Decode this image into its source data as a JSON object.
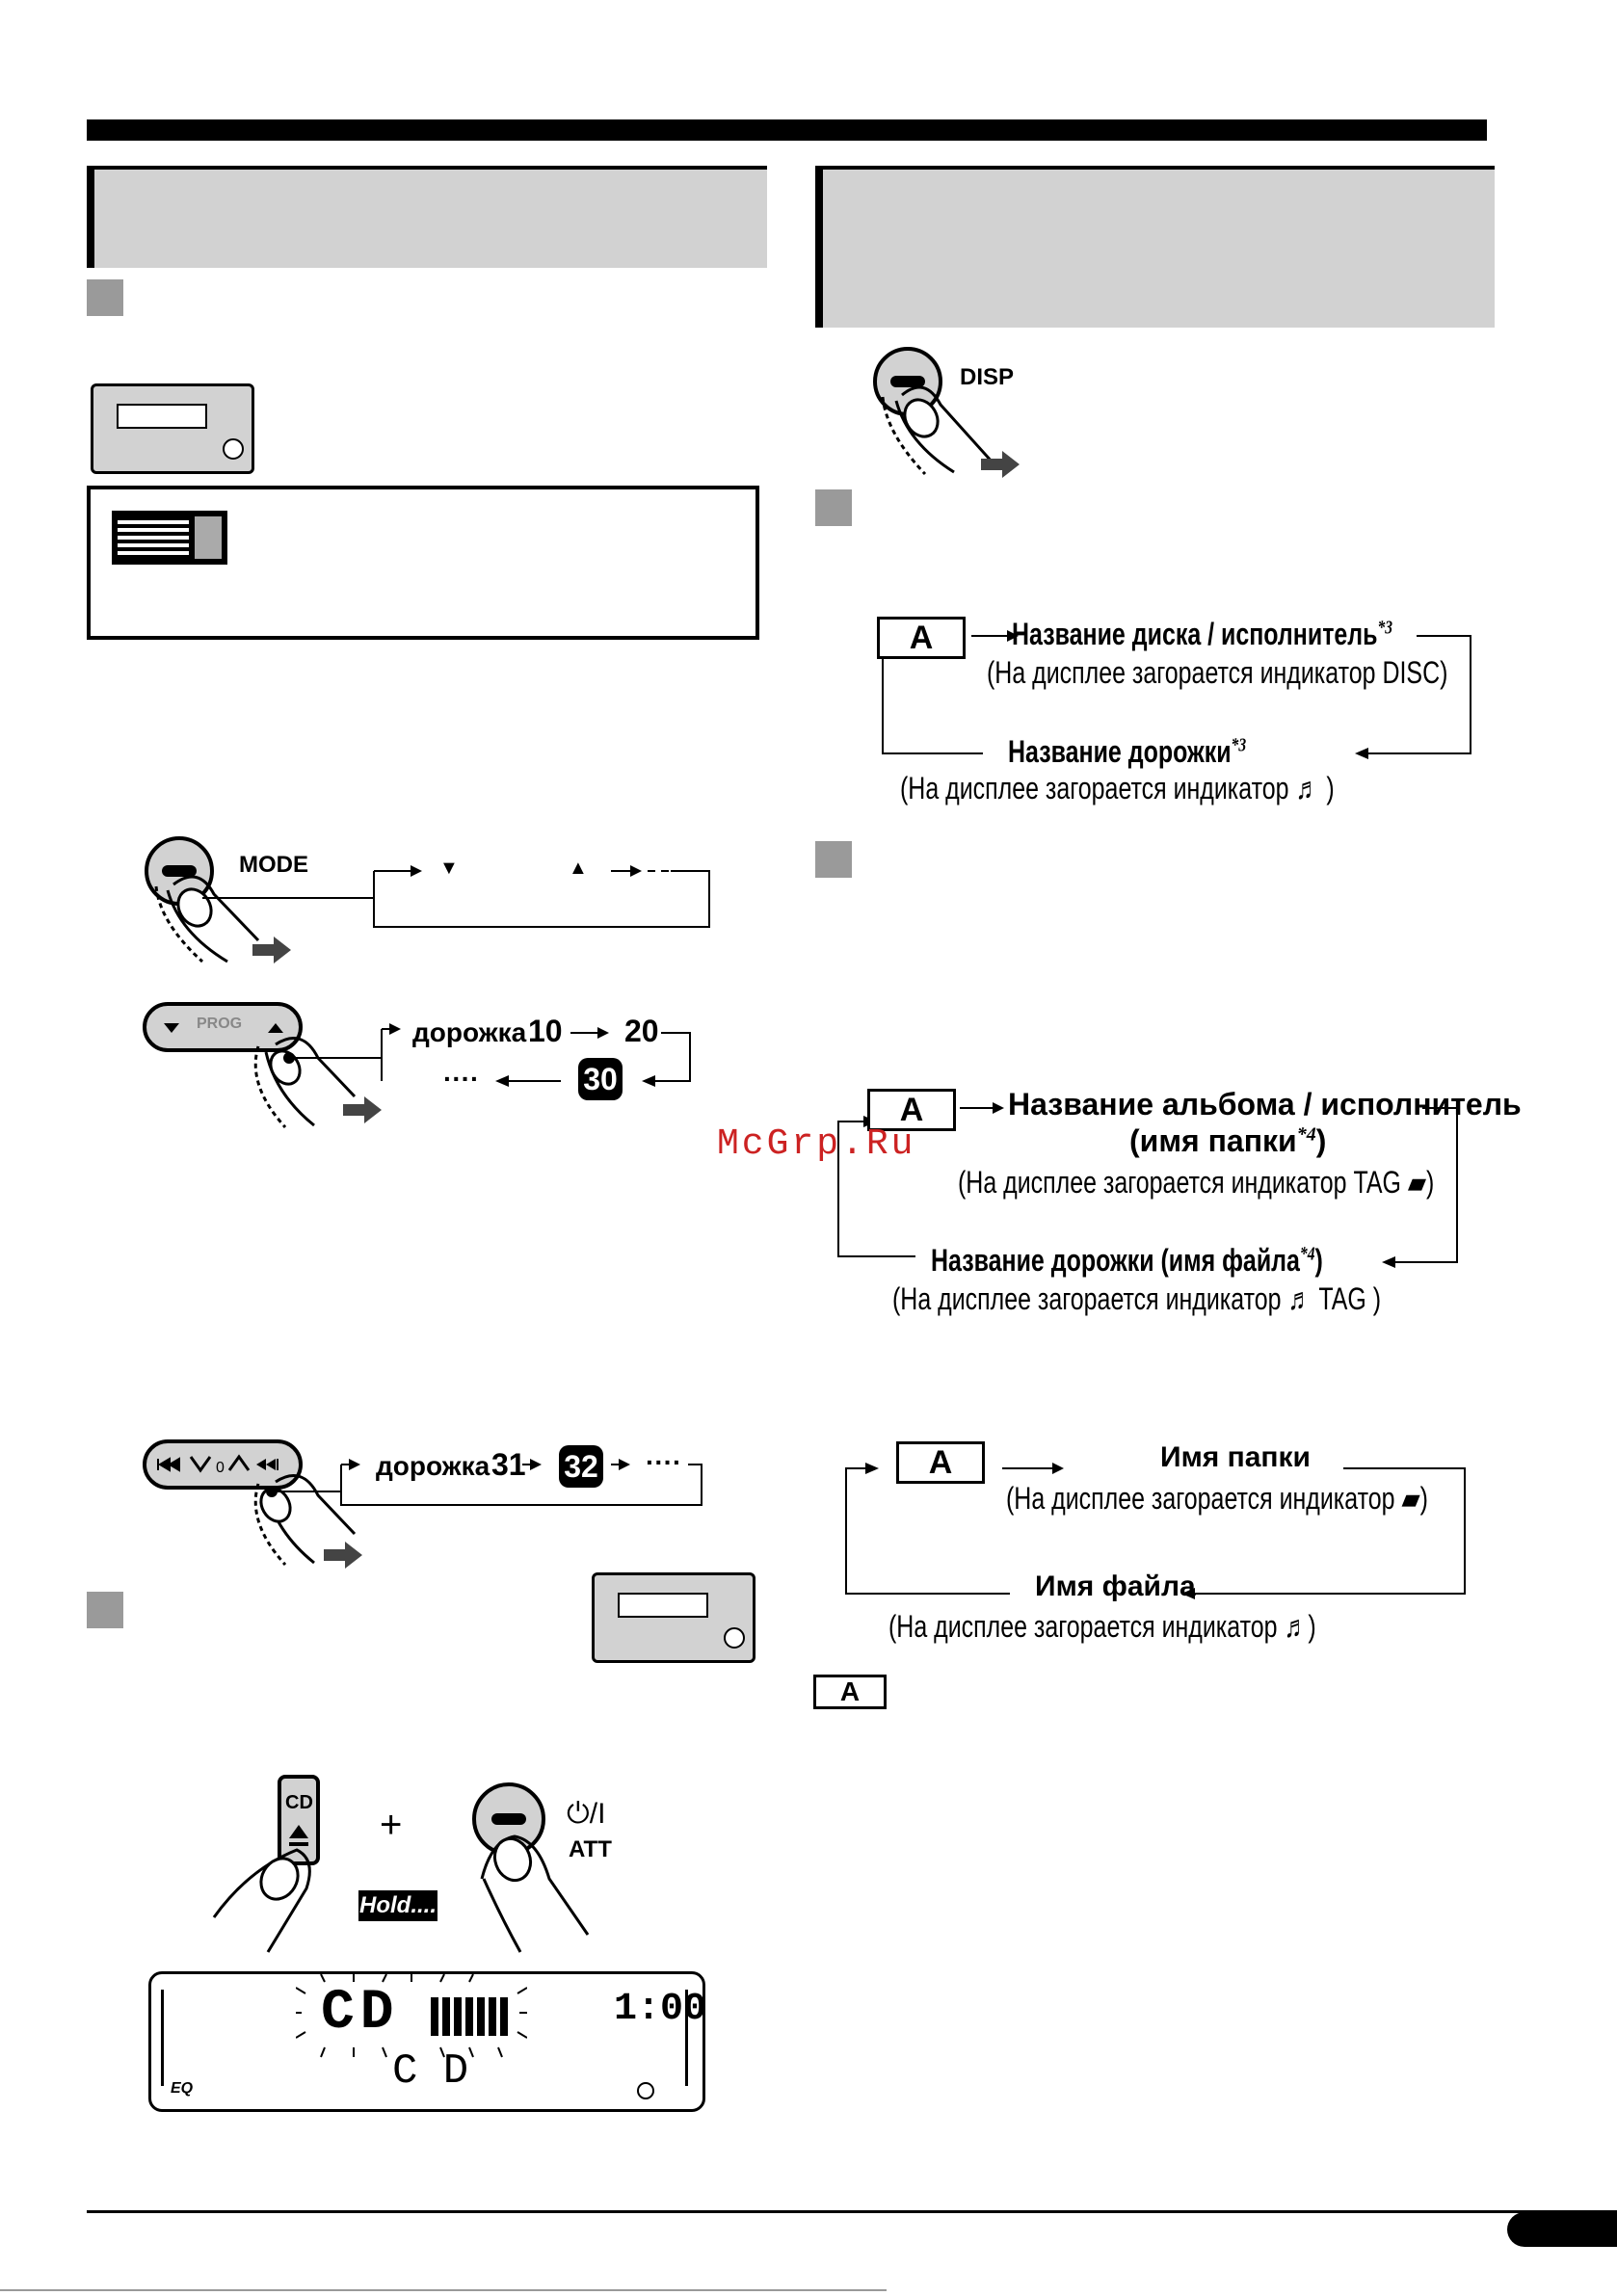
{
  "disp_button": {
    "label": "DISP"
  },
  "cd_text_flow": {
    "line1": "Название диска / исполнитель",
    "line1_note": "*3",
    "line1_sub": "(На дисплее загорается индикатор DISC)",
    "line2": "Название дорожки",
    "line2_note": "*3",
    "line2_sub": "(На дисплее загорается индикатор ♬ )"
  },
  "mp3_tag_flow": {
    "line1": "Название альбома / исполнитель",
    "line1b": "(имя папки",
    "line1b_note": "*4",
    "line1b_end": ")",
    "line1_sub": "(На дисплее загорается индикатор TAG ▰)",
    "line2": "Название дорожки (имя файла",
    "line2_note": "*4",
    "line2_end": ")",
    "line2_sub": "(На дисплее загорается индикатор ♬ TAG )"
  },
  "mp3_notag_flow": {
    "line1": "Имя папки",
    "line1_sub": "(На дисплее загорается индикатор ▰)",
    "line2": "Имя файла",
    "line2_sub": "(На дисплее загорается индикатор ♬)"
  },
  "a_box_label": "A",
  "mode_button": {
    "label": "MODE",
    "down_arrow": "▼",
    "up_arrow": "▲"
  },
  "prog_button": {
    "label": "PROG",
    "track_prefix": "дорожка",
    "track_a": "10",
    "track_b": "20",
    "track_c": "30",
    "dots": "····"
  },
  "skip_button": {
    "track_prefix": "дорожка",
    "track_a": "31",
    "track_b": "32",
    "dots": "····"
  },
  "cd_eject_button": {
    "label": "CD"
  },
  "plus_sign": "+",
  "power_button": {
    "symbol": "⏻/I",
    "label": "ATT"
  },
  "hold_label": "Hold....",
  "lcd": {
    "main": "CD",
    "time": "1:00",
    "sub": "C D",
    "eq": "EQ"
  },
  "watermark": "McGrp.Ru",
  "colors": {
    "gray_header": "#d2d2d2",
    "gray_square": "#9a9a9a",
    "watermark": "#cc2222"
  }
}
